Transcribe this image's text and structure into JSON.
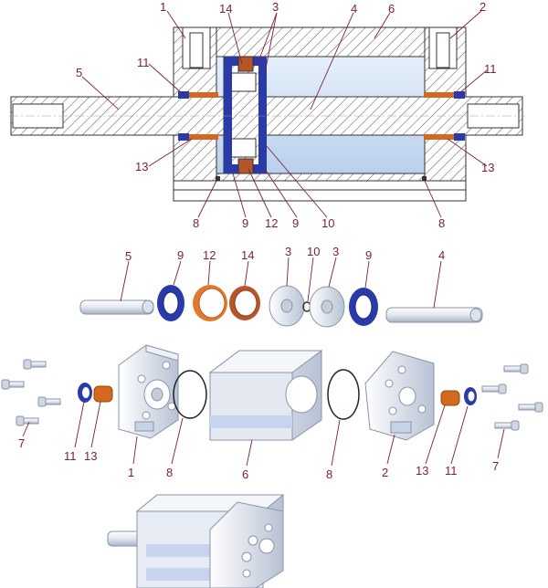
{
  "section_view": {
    "labels": [
      "1",
      "14",
      "3",
      "4",
      "6",
      "2",
      "5",
      "11",
      "11",
      "13",
      "13",
      "8",
      "9",
      "12",
      "9",
      "10",
      "8"
    ]
  },
  "exploded_view": {
    "shaft_labels": [
      "5",
      "9",
      "12",
      "14",
      "3",
      "10",
      "3",
      "9",
      "4"
    ],
    "body_labels": [
      "7",
      "11",
      "13",
      "1",
      "8",
      "6",
      "8",
      "2",
      "13",
      "11",
      "7"
    ]
  },
  "colors": {
    "seal_blue": "#2a3aa6",
    "bearing_orange": "#d2691e",
    "wear_ring_brown": "#b5562a",
    "bore_lightblue": "#c9dcf2",
    "label_maroon": "#7a1f3d",
    "hatch": "#555555"
  }
}
